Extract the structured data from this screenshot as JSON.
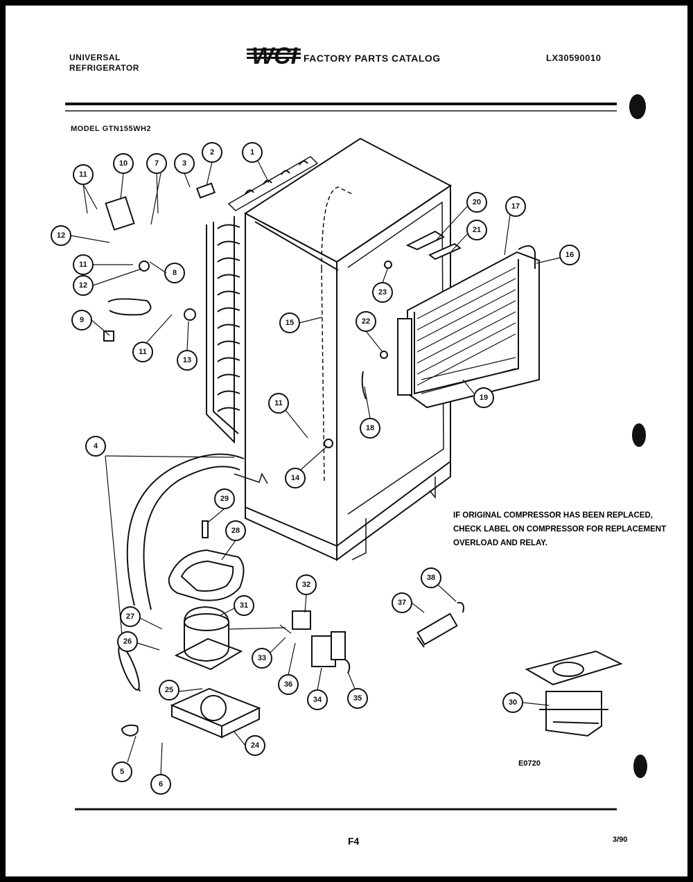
{
  "header": {
    "brand_line1": "UNIVERSAL",
    "brand_line2": "REFRIGERATOR",
    "logo_text": "WCI",
    "catalog_title": "FACTORY PARTS CATALOG",
    "catalog_number": "LX30590010"
  },
  "model_label": "MODEL GTN155WH2",
  "note": "IF ORIGINAL COMPRESSOR HAS BEEN REPLACED, CHECK LABEL ON COMPRESSOR FOR REPLACEMENT OVERLOAD AND RELAY.",
  "diagram_id": "E0720",
  "footer": {
    "page": "F4",
    "date": "3/90"
  },
  "callouts": [
    "1",
    "2",
    "3",
    "4",
    "5",
    "6",
    "7",
    "8",
    "9",
    "10",
    "11",
    "11",
    "11",
    "11",
    "12",
    "12",
    "13",
    "14",
    "15",
    "16",
    "17",
    "18",
    "19",
    "20",
    "21",
    "22",
    "23",
    "24",
    "25",
    "26",
    "27",
    "28",
    "29",
    "30",
    "31",
    "32",
    "33",
    "34",
    "35",
    "36",
    "37",
    "38"
  ],
  "colors": {
    "ink": "#111111",
    "paper": "#ffffff",
    "border": "#000000"
  }
}
